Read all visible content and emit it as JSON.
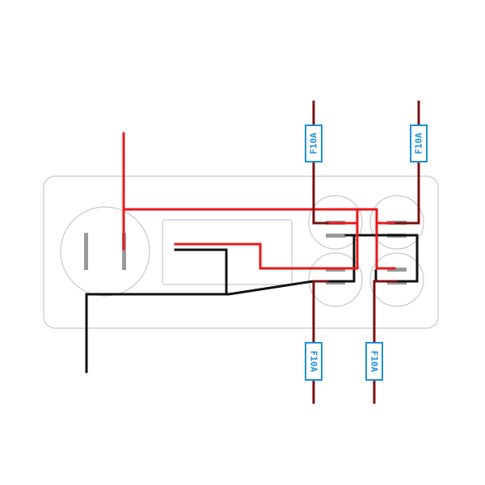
{
  "colors": {
    "panel_outline": "#c8c8c8",
    "power_wire": "#e8181a",
    "ground_wire": "#111111",
    "fused_wire": "#7a1010",
    "terminal": "#9a9a9a",
    "fuse_border": "#1e90d8",
    "fuse_text": "#1e90d8"
  },
  "fuses": [
    {
      "label": "F10A"
    },
    {
      "label": "F10A"
    },
    {
      "label": "F10A"
    },
    {
      "label": "F10A"
    }
  ]
}
